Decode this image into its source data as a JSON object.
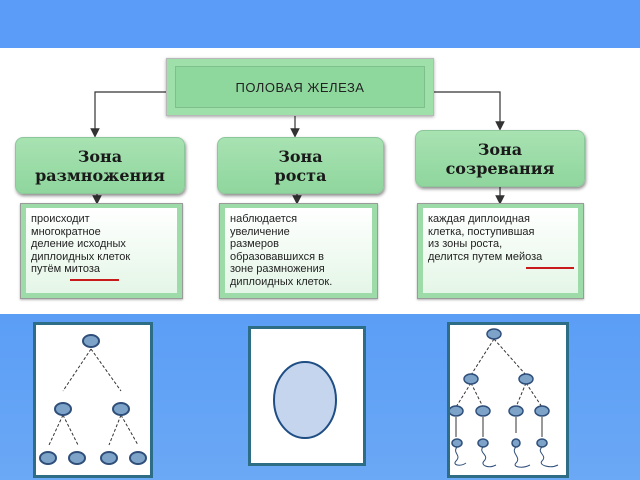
{
  "diagram": {
    "title": "ПОЛОВАЯ ЖЕЛЕЗА",
    "zones": [
      {
        "name": "Зона\nразмножения",
        "description": "происходит\nмногократное\nделение исходных\nдиплоидных клеток\nпутём митоза",
        "key_term": "митоза"
      },
      {
        "name": "Зона\nроста",
        "description": "наблюдается\nувеличение\nразмеров\nобразовавшихся в\nзоне размножения\nдиплоидных клеток."
      },
      {
        "name": "Зона\nсозревания",
        "description": "каждая диплоидная\nклетка, поступившая\nиз зоны роста,\nделится путем мейоза",
        "key_term": "мейоза"
      }
    ],
    "colors": {
      "header_band": "#5a9cf8",
      "box_green": "#9fdfa9",
      "underline": "#c81a1a",
      "frame": "#2d6e86",
      "cell": "#7da3c8",
      "large_cell": "#c5d5ee"
    }
  }
}
